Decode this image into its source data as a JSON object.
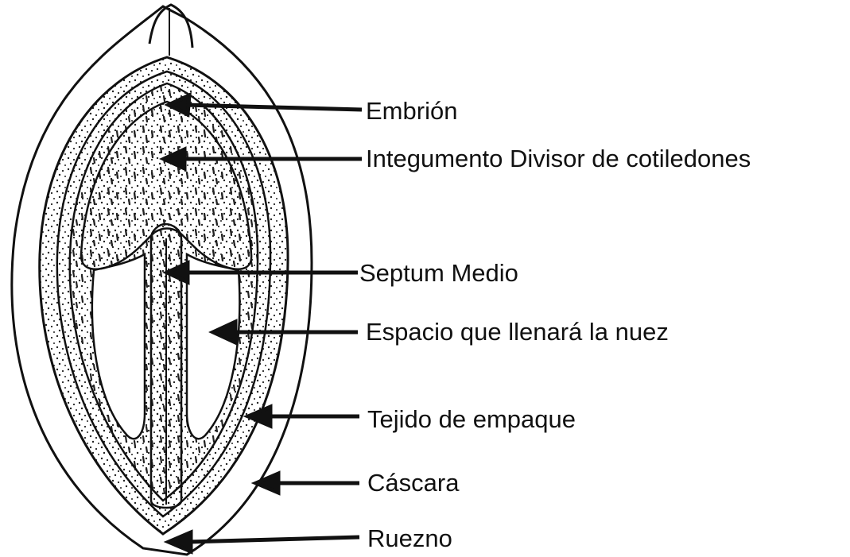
{
  "diagram": {
    "labels": {
      "embryo": "Embrión",
      "integument": "Integumento Divisor de cotiledones",
      "septum": "Septum Medio",
      "space": "Espacio que llenará la nuez",
      "packing": "Tejido de empaque",
      "shell": "Cáscara",
      "hull": "Ruezno"
    }
  }
}
